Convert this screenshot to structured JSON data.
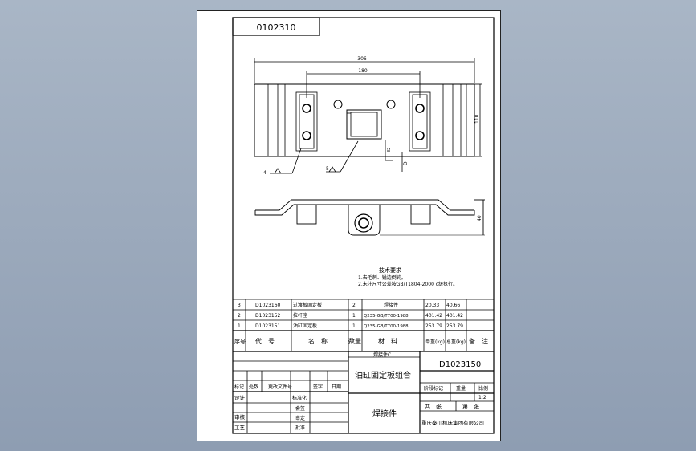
{
  "drawing_code": "0102310",
  "dimensions": {
    "overall_width": "306",
    "hole_spacing": "180",
    "height_side": "110",
    "offset_small": "32",
    "offset_d": "D",
    "side_height": "40",
    "weld_left": "4",
    "weld_mid": "5"
  },
  "tech_notes": {
    "title": "技术要求",
    "line1": "1.去毛刺、锐边倒钝。",
    "line2": "2.未注尺寸公差按GB/T1804-2000 c级执行。"
  },
  "bom": {
    "rows": [
      {
        "seq": "3",
        "code": "D1023160",
        "name": "过渡板固定板",
        "qty": "2",
        "material": "焊接件",
        "unit": "20.33",
        "total": "40.66"
      },
      {
        "seq": "2",
        "code": "D1023152",
        "name": "拉杆座",
        "qty": "1",
        "material": "Q235-GB/T700-1988",
        "unit": "401.42",
        "total": "401.42"
      },
      {
        "seq": "1",
        "code": "D1023151",
        "name": "油缸固定板",
        "qty": "1",
        "material": "Q235-GB/T700-1988",
        "unit": "253.79",
        "total": "253.79"
      }
    ],
    "headers": {
      "seq": "序号",
      "code": "代　号",
      "name": "名　称",
      "qty": "数量",
      "material": "材　料",
      "unit": "单重(kg)",
      "total": "总重(kg)",
      "remark": "备　注"
    }
  },
  "title_block": {
    "material_mark": "焊接件C",
    "part_name": "油缸固定板组合",
    "drawing_number": "D1023150",
    "part_type": "焊接件",
    "company": "重庆秦川机床集团有限公司",
    "stage_label": "阶段标记",
    "weight_label": "重量",
    "scale_label": "比例",
    "scale_value": "1:2",
    "total_sheets": "共　张",
    "sheet_no": "第　张",
    "rev_labels": [
      "标记",
      "处数",
      "更改文件号",
      "签字",
      "日期"
    ],
    "role_labels": [
      "设计",
      "审核",
      "工艺"
    ],
    "check_labels": [
      "标准化",
      "会签",
      "审定",
      "批准"
    ]
  }
}
